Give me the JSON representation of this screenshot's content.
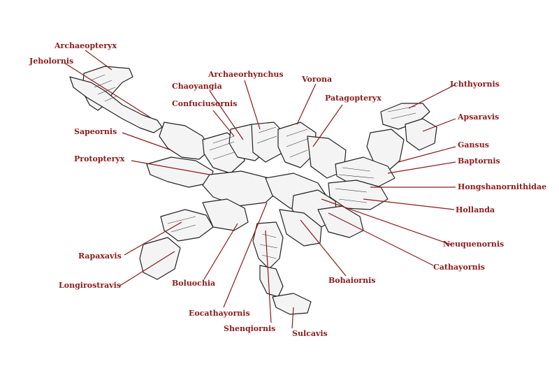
{
  "colors": {
    "label": "#8b1a1a",
    "leader": "#8b1a1a",
    "ink": "#222222",
    "background": "#ffffff"
  },
  "labels": {
    "archaeopteryx": "Archaeopteryx",
    "jeholornis": "Jeholornis",
    "sapeornis": "Sapeornis",
    "protopteryx": "Protopteryx",
    "chaoyangia": "Chaoyangia",
    "confuciusornis": "Confuciusornis",
    "archaeorhynchus": "Archaeorhynchus",
    "vorona": "Vorona",
    "patagopteryx": "Patagopteryx",
    "ichthyornis": "Ichthyornis",
    "apsaravis": "Apsaravis",
    "gansus": "Gansus",
    "baptornis": "Baptornis",
    "hongshanornithidae": "Hongshanornithidae",
    "hollanda": "Hollanda",
    "neuquenornis": "Neuquenornis",
    "cathayornis": "Cathayornis",
    "bohaiornis": "Bohaiornis",
    "sulcavis": "Sulcavis",
    "shenqiornis": "Shenqiornis",
    "eocathayornis": "Eocathayornis",
    "boluochia": "Boluochia",
    "longirostravis": "Longirostravis",
    "rapaxavis": "Rapaxavis"
  }
}
